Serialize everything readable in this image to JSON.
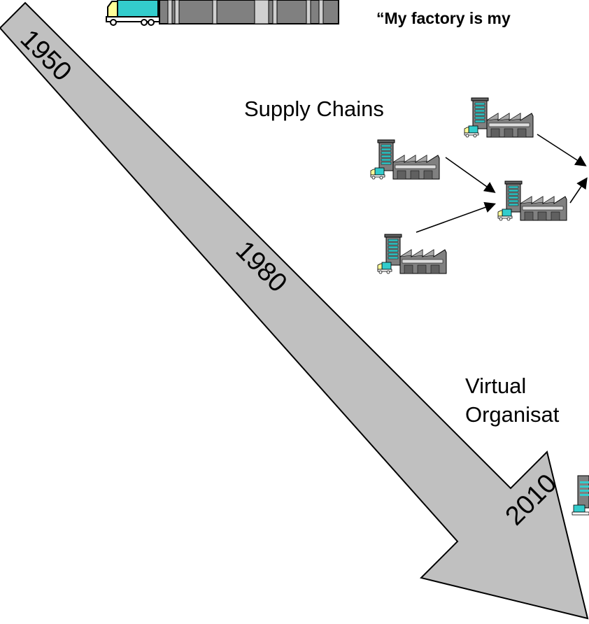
{
  "timeline": {
    "years": [
      "1950",
      "1980",
      "2010"
    ]
  },
  "quote": "“My factory is my",
  "supply_chains_label": "Supply Chains",
  "virtual_org": {
    "line1": "Virtual",
    "line2": "Organisat"
  },
  "colors": {
    "arrow_fill": "#c0c0c0",
    "factory_gray": "#808080",
    "window_cyan": "#33cccc"
  },
  "icons": [
    "factory-icon",
    "truck-icon",
    "timeline-arrow"
  ]
}
